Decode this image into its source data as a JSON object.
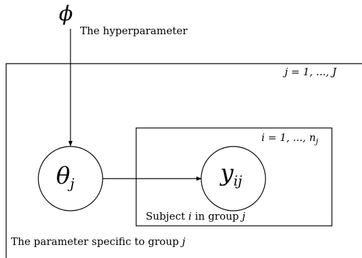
{
  "diagram": {
    "hyper_symbol": "ϕ",
    "hyper_label": "The hyperparameter",
    "outer_plate": {
      "index_label": "j = 1, ..., J",
      "caption_prefix": "The parameter specific to group ",
      "caption_var": "j"
    },
    "inner_plate": {
      "index_label": "i = 1, ..., n",
      "index_sub": "j",
      "caption_prefix": "Subject ",
      "caption_var1": "i",
      "caption_mid": " in group ",
      "caption_var2": "j"
    },
    "nodes": {
      "theta": {
        "symbol": "θ",
        "sub": "j"
      },
      "y": {
        "symbol": "y",
        "sub": "ij"
      }
    },
    "colors": {
      "stroke": "#000000",
      "background": "#ffffff"
    }
  }
}
